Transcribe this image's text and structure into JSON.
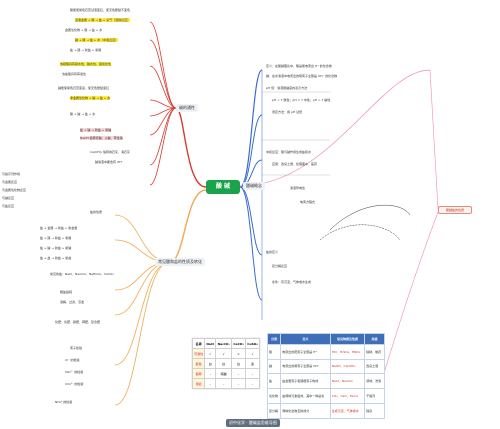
{
  "root": {
    "label": "酸 碱"
  },
  "branches": {
    "acid_props": "碱的通性",
    "acid_base_concept": "酸碱概念",
    "salt_props": "常见酸和盐的性质及转化"
  },
  "left_top_items": [
    "酸能使紫色石蕊试液变红，使无色酚酞不变色",
    "活泼金属 + 酸 → 盐 + 氢气（置换反应）",
    "金属氧化物 + 酸 → 盐 + 水",
    "碱 + 酸 → 盐 + 水（中和反应）",
    "盐 + 酸 → 新盐 + 新酸",
    "浓硫酸具有吸水性、脱水性、强氧化性",
    "浓盐酸具有挥发性",
    "碱能使紫色石蕊变蓝，使无色酚酞变红",
    "非金属氧化物 + 碱 → 盐 + 水",
    "酸 + 碱 → 盐 + 水",
    "盐 + 碱 → 新盐 + 新碱",
    "NaOH 俗称烧碱、火碱、苛性钠",
    "Ca(OH)₂ 俗称熟石灰、消石灰",
    "碱溶液中都含有 OH⁻"
  ],
  "left_side_notes": [
    "与指示剂作用",
    "与金属反应",
    "与金属氧化物反应",
    "与碱反应",
    "与盐反应"
  ],
  "right_items": [
    "定义：在酸碱理论中，酸是能电离出 H⁺ 的化合物",
    "碱：在水溶液中电离出的阴离子全部是 OH⁻ 的化合物",
    "pH 值：溶液酸碱度的表示方法",
    "pH < 7 酸性；pH = 7 中性；pH > 7 碱性",
    "测定方法：用 pH 试纸",
    "中和反应：酸与碱作用生成盐和水",
    "应用：改良土壤、处理废水、医药",
    "溶液导电性",
    "电离方程式",
    "盐的定义",
    "复分解反应",
    "条件：有沉淀、气体或水生成"
  ],
  "right_tag": "酸碱盐的性质",
  "bottom_items": [
    "盐的性质",
    "盐 + 金属 → 新盐 + 新金属",
    "盐 + 酸 → 新盐 + 新酸",
    "盐 + 碱 → 新盐 + 新碱",
    "盐 + 盐 → 新盐 + 新盐",
    "常见的盐：NaCl、Na₂CO₃、NaHCO₃、CaCO₃",
    "粗盐提纯",
    "溶解、过滤、蒸发",
    "化肥：氮肥、磷肥、钾肥、复合肥",
    "离子检验",
    "Cl⁻ 的检验",
    "SO₄²⁻ 的检验",
    "CO₃²⁻ 的检验",
    "NH₄⁺ 的检验"
  ],
  "table1": {
    "headers": [
      "名称",
      "NaCl",
      "Na₂CO₃",
      "CaCO₃",
      "CuSO₄"
    ],
    "rows": [
      [
        "可溶性",
        "√",
        "√",
        "×",
        "√"
      ],
      [
        "颜色",
        "白",
        "白",
        "白",
        "蓝"
      ],
      [
        "俗称",
        "–",
        "纯碱",
        "–",
        "–"
      ],
      [
        "用途",
        "–",
        "–",
        "–",
        "–"
      ]
    ]
  },
  "table2": {
    "headers": [
      "分类",
      "定义",
      "常见物质及性质",
      "用途"
    ],
    "rows": [
      [
        "酸",
        "电离出的阳离子全部是 H⁺",
        "HCl、H₂SO₄、HNO₃",
        "除锈、制药"
      ],
      [
        "碱",
        "电离出的阴离子全部是 OH⁻",
        "NaOH、Ca(OH)₂",
        "改良土壤"
      ],
      [
        "盐",
        "由金属离子和酸根离子构成",
        "NaCl、Na₂CO₃",
        "调味、洗涤"
      ],
      [
        "氧化物",
        "由两种元素组成，其中一种是氧",
        "CO₂、CaO、Fe₂O₃",
        "干燥剂"
      ],
      [
        "复分解",
        "两种化合物互换成分",
        "生成沉淀、气体或水",
        "除杂"
      ]
    ]
  },
  "footer": "初中化学 · 酸碱盐思维导图",
  "colors": {
    "root": "#1aa34a",
    "acid_branch": "#d73a2e",
    "base_branch": "#f0a94e",
    "right_branch": "#3a6bd2",
    "pink_line": "#f08bb2",
    "highlight": "#ffeb3b"
  }
}
